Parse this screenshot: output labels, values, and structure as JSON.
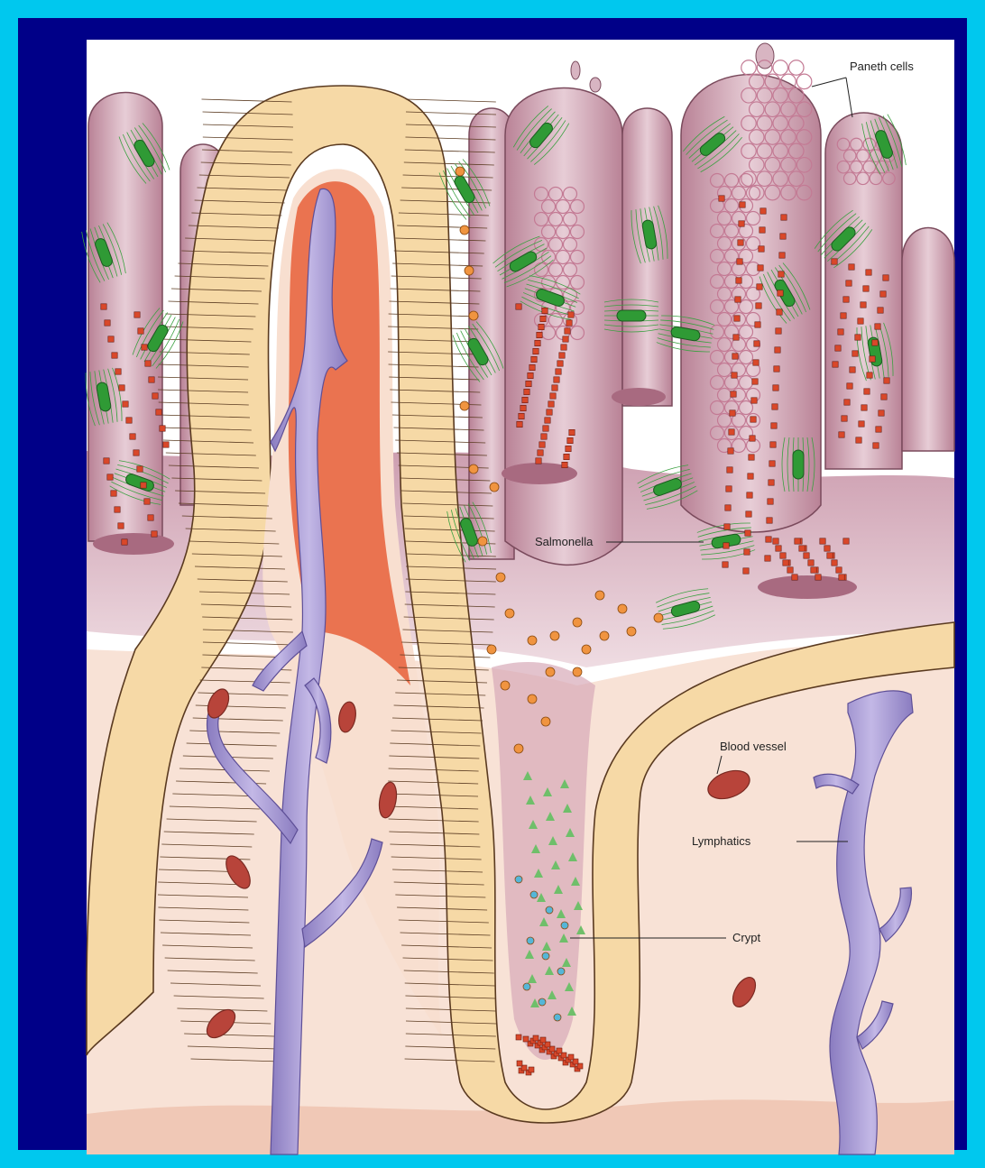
{
  "figure": {
    "colors": {
      "frame": "#00c8ee",
      "background": "#000088",
      "lumen": "#ffffff",
      "villus": "#c9a0b0",
      "villus_dark": "#a97088",
      "epithelium": "#f6d9a6",
      "lamina": "#f8dfd0",
      "core": "#e8603a",
      "lymphatic": "#9c8fc8",
      "blood_vessel": "#b8443a",
      "salmonella": "#2f9a35",
      "granule": "#d9482a",
      "secretion_orange": "#f09440",
      "secretion_green": "#6fbf6a",
      "secretion_blue": "#55b6d8"
    },
    "labels": {
      "paneth": "Paneth cells",
      "salmonella": "Salmonella",
      "blood_vessel": "Blood vessel",
      "lymphatics": "Lymphatics",
      "crypt": "Crypt"
    }
  }
}
